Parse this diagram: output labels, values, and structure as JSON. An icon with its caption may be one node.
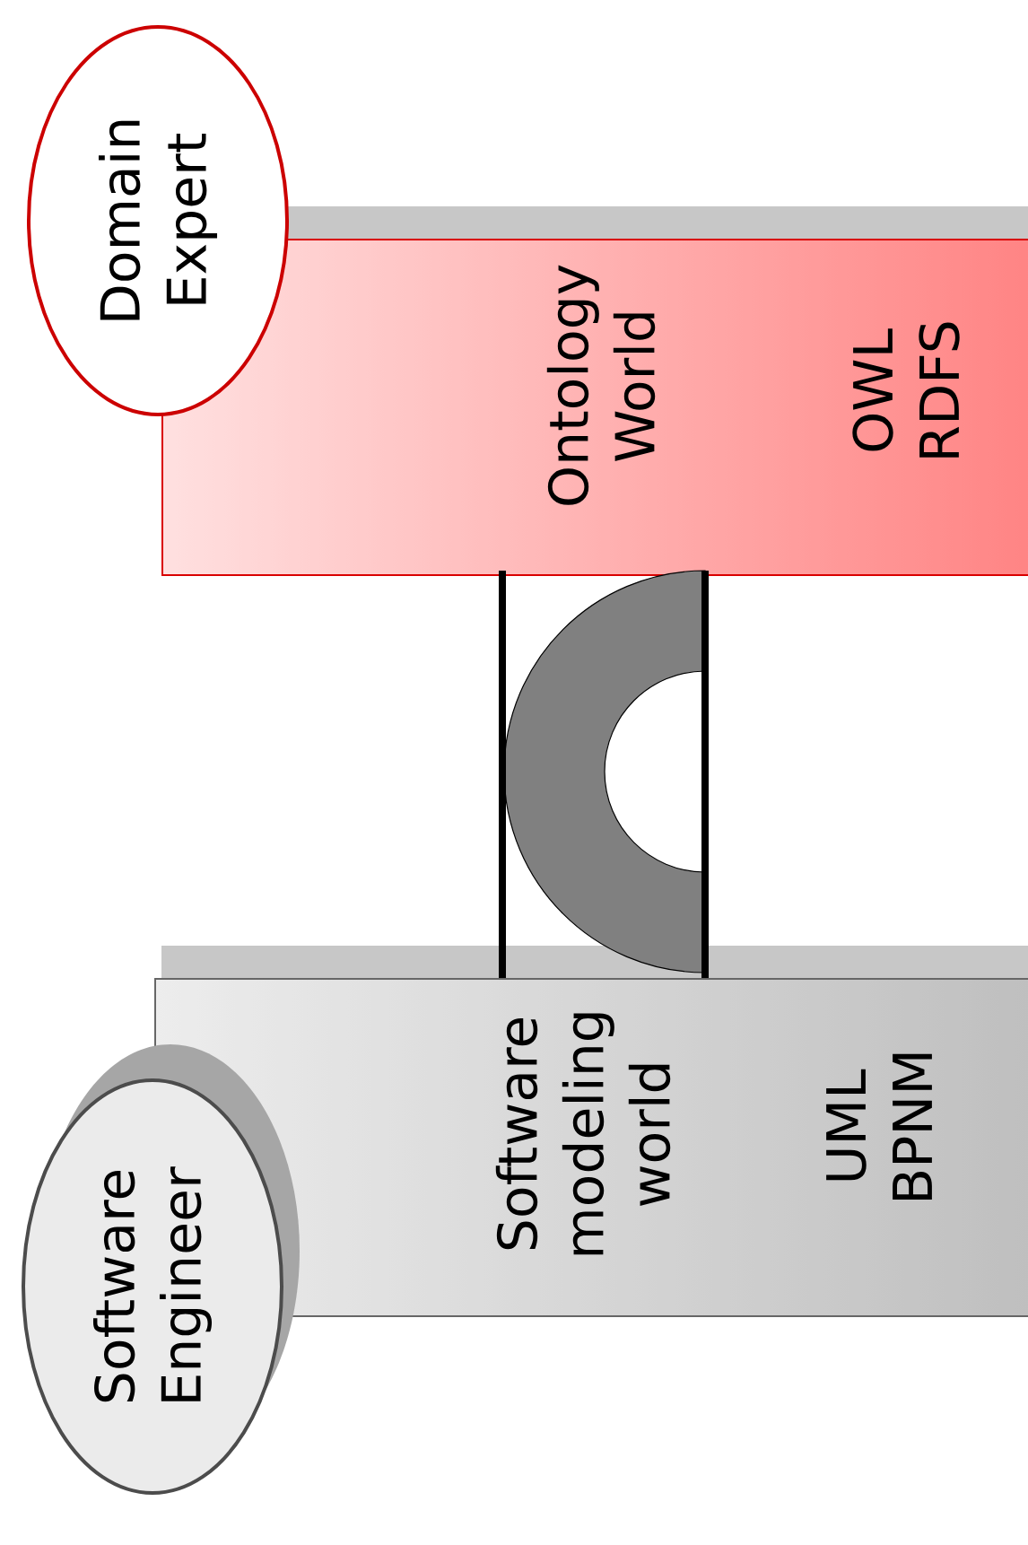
{
  "diagram": {
    "nodes": [
      {
        "text": [
          "Domain Expert"
        ]
      },
      {
        "text": [
          "Ontology World",
          "OWL RDFS"
        ]
      },
      {
        "text": [
          "Software modeling world",
          "UML BPNM"
        ]
      },
      {
        "text": [
          "Software Engineer"
        ]
      }
    ]
  }
}
